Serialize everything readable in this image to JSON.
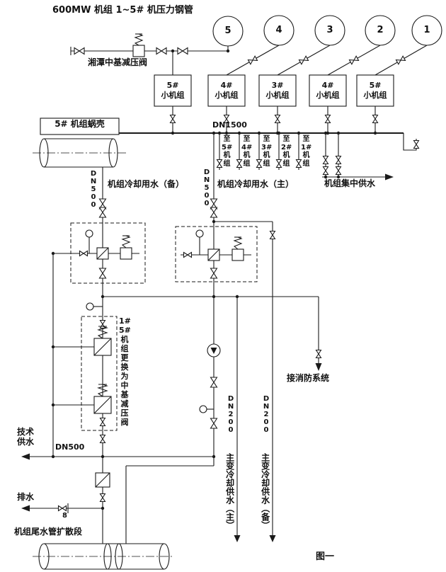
{
  "header": {
    "title": "600MW 机组 1~5# 机压力钢管",
    "prv_label": "湘潭中基减压阀"
  },
  "penstock_circles": [
    "5",
    "4",
    "3",
    "2",
    "1"
  ],
  "small_units": [
    {
      "num": "5#",
      "name": "小机组"
    },
    {
      "num": "4#",
      "name": "小机组"
    },
    {
      "num": "3#",
      "name": "小机组"
    },
    {
      "num": "4#",
      "name": "小机组"
    },
    {
      "num": "5#",
      "name": "小机组"
    }
  ],
  "volute_label": "5# 机组蜗壳",
  "pipe_labels": {
    "dn1500": "DN1500",
    "dn500_backup": "DN500",
    "dn500_main": "DN500",
    "dn500_tech": "DN500",
    "dn200_main": "DN200",
    "dn200_backup": "DN200"
  },
  "unit_drops": [
    {
      "lines": [
        "至",
        "5#",
        "机",
        "组"
      ]
    },
    {
      "lines": [
        "至",
        "4#",
        "机",
        "组"
      ]
    },
    {
      "lines": [
        "至",
        "3#",
        "机",
        "组"
      ]
    },
    {
      "lines": [
        "至",
        "2#",
        "机",
        "组"
      ]
    },
    {
      "lines": [
        "至",
        "1#",
        "机",
        "组"
      ]
    }
  ],
  "labels": {
    "central_supply": "机组集中供水",
    "cooling_backup": "机组冷却用水（备）",
    "cooling_main": "机组冷却用水（主）",
    "tech_supply": "技术供水",
    "drain": "排水",
    "drain_size": "8",
    "draft_tube": "机组尾水管扩散段",
    "fire_system": "接消防系统",
    "transformer_main": "主变冷却供水（主）",
    "transformer_backup": "主变冷却供水（备）",
    "figure": "图一"
  },
  "replace_note_lines": [
    "1#",
    "5#",
    "机",
    "组",
    "更",
    "换",
    "为",
    "中",
    "基",
    "减",
    "压",
    "阀"
  ],
  "colors": {
    "line": "#1a1a1a",
    "background": "#ffffff"
  }
}
